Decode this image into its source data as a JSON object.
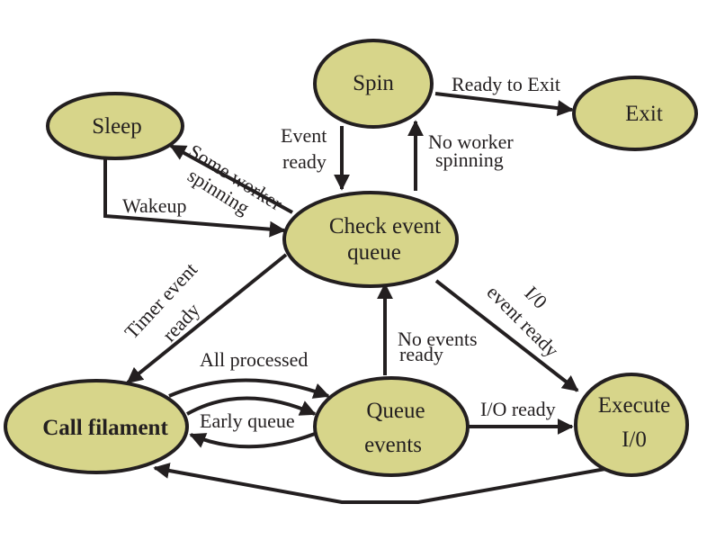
{
  "diagram": {
    "type": "state-machine",
    "colors": {
      "node_fill": "#d7d58a",
      "stroke": "#231f20",
      "background": "#ffffff"
    },
    "nodes": {
      "spin": {
        "label": "Spin"
      },
      "exit": {
        "label": "Exit"
      },
      "sleep": {
        "label": "Sleep"
      },
      "check": {
        "line1": "Check event",
        "line2": "queue"
      },
      "call": {
        "label": "Call filament"
      },
      "queue": {
        "line1": "Queue",
        "line2": "events"
      },
      "execute": {
        "line1": "Execute",
        "line2": "I/0"
      }
    },
    "edges": {
      "ready_to_exit": {
        "from": "Spin",
        "to": "Exit",
        "label": "Ready to Exit"
      },
      "event_ready": {
        "from": "Spin",
        "to": "Check event queue",
        "line1": "Event",
        "line2": "ready"
      },
      "no_worker": {
        "from": "Check event queue",
        "to": "Spin",
        "line1": "No worker",
        "line2": "spinning"
      },
      "some_worker": {
        "from": "Check event queue",
        "to": "Sleep",
        "line1": "Some worker",
        "line2": "spinning"
      },
      "wakeup": {
        "from": "Sleep",
        "to": "Check event queue",
        "label": "Wakeup"
      },
      "timer": {
        "from": "Check event queue",
        "to": "Call filament",
        "line1": "Timer event",
        "line2": "ready"
      },
      "io_event": {
        "from": "Check event queue",
        "to": "Execute I/0",
        "line1": "I/0",
        "line2": "event ready"
      },
      "no_events": {
        "from": "Queue events",
        "to": "Check event queue",
        "line1": "No events",
        "line2": "ready"
      },
      "all_processed": {
        "from": "Call filament",
        "to": "Queue events",
        "label": "All processed"
      },
      "early_queue": {
        "from": "Call filament",
        "to": "Queue events",
        "label": "Early queue"
      },
      "queue_back": {
        "from": "Queue events",
        "to": "Call filament",
        "label": ""
      },
      "io_ready": {
        "from": "Queue events",
        "to": "Execute I/0",
        "label": "I/O ready"
      },
      "exec_return": {
        "from": "Execute I/0",
        "to": "Call filament",
        "label": ""
      }
    }
  }
}
